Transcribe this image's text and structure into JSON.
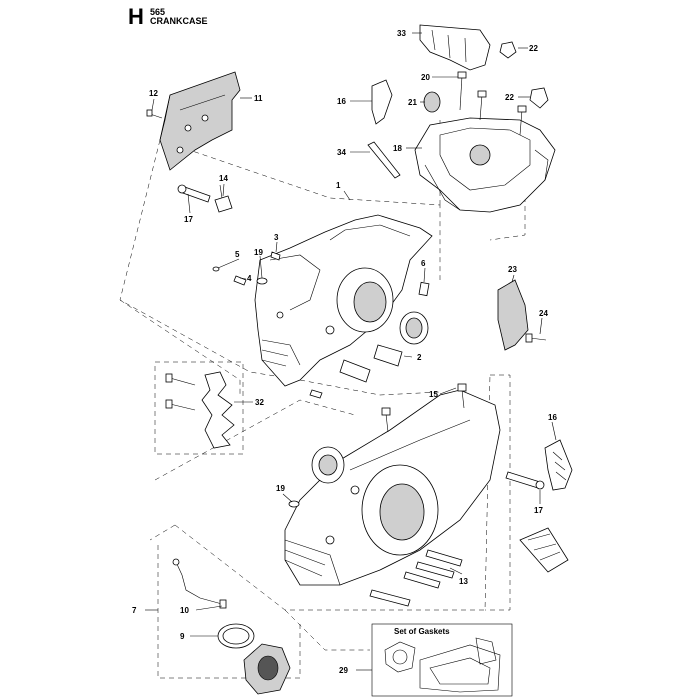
{
  "header": {
    "section_letter": "H",
    "model": "565",
    "title": "CRANKCASE"
  },
  "gasket_box_label": "Set of Gaskets",
  "callouts": [
    "33",
    "22",
    "20",
    "21",
    "22",
    "16",
    "18",
    "34",
    "12",
    "11",
    "14",
    "17",
    "1",
    "3",
    "19",
    "5",
    "4",
    "6",
    "23",
    "24",
    "2",
    "32",
    "15",
    "16",
    "19",
    "17",
    "13",
    "7",
    "10",
    "9",
    "29"
  ]
}
